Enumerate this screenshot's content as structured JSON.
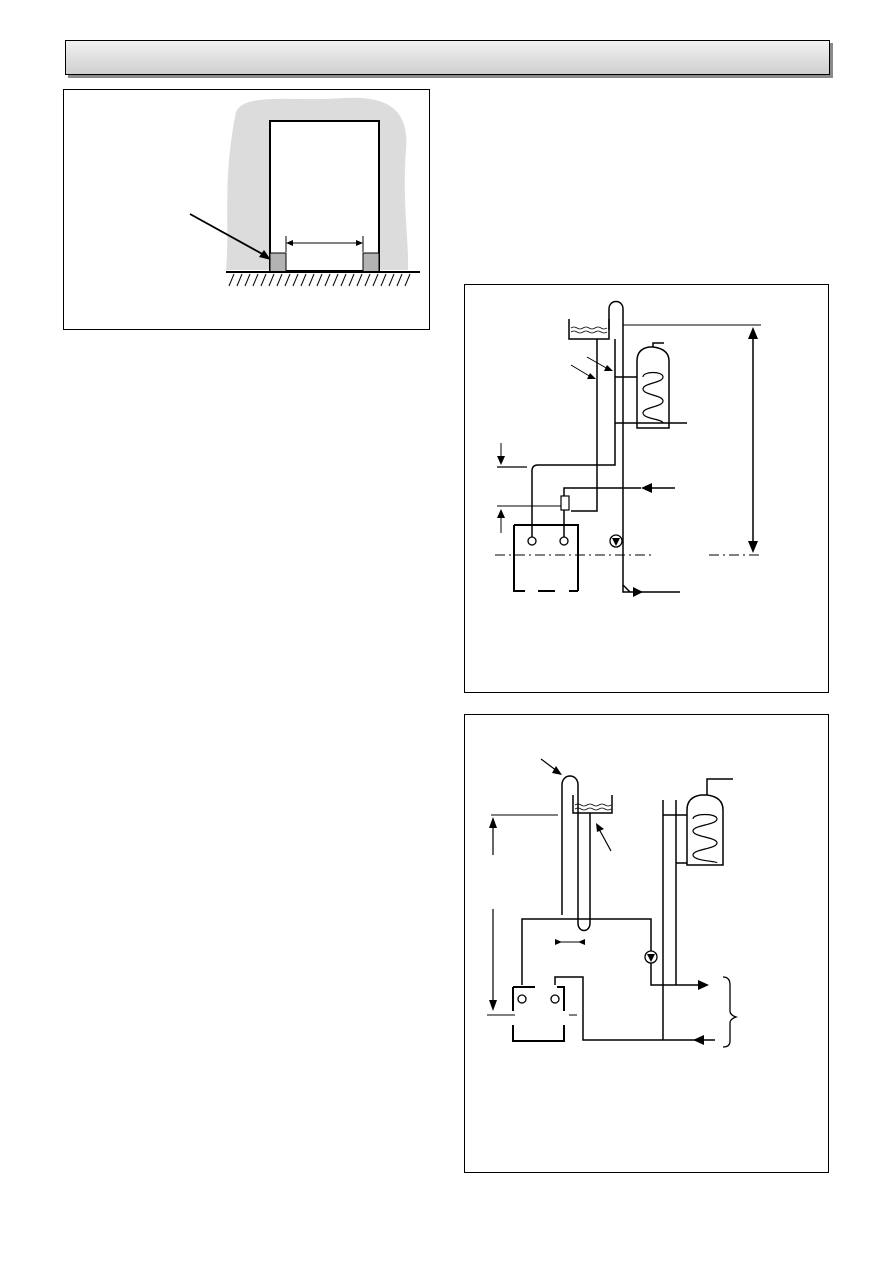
{
  "header": {
    "title": ""
  },
  "figures": [
    {
      "id": "fig-plinth",
      "caption": ""
    },
    {
      "id": "fig-open-vent-system",
      "caption": ""
    },
    {
      "id": "fig-open-vent-alt-system",
      "caption": ""
    }
  ]
}
